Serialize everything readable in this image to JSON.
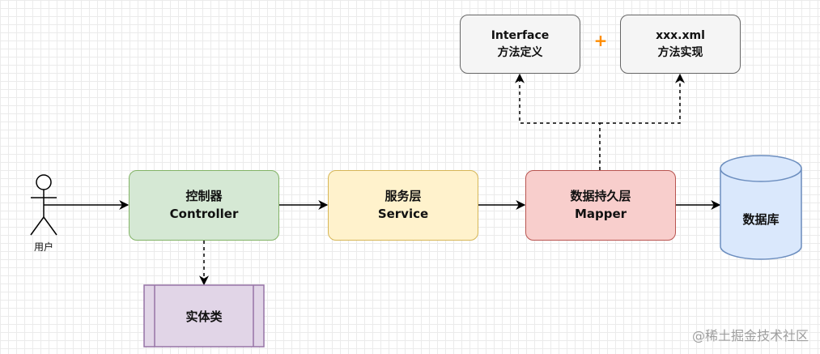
{
  "nodes": {
    "controller": {
      "line1": "控制器",
      "line2": "Controller"
    },
    "service": {
      "line1": "服务层",
      "line2": "Service"
    },
    "mapper": {
      "line1": "数据持久层",
      "line2": "Mapper"
    },
    "interface_box": {
      "line1": "Interface",
      "line2": "方法定义"
    },
    "xml_box": {
      "line1": "xxx.xml",
      "line2": "方法实现"
    },
    "entity": {
      "label": "实体类"
    },
    "database": {
      "label": "数据库"
    },
    "user": {
      "label": "用户"
    }
  },
  "plus_sign": "+",
  "watermark": "@稀土掘金技术社区",
  "colors": {
    "controller_fill": "#d5e8d4",
    "controller_stroke": "#82b366",
    "service_fill": "#fff2cc",
    "service_stroke": "#d6b656",
    "mapper_fill": "#f8cecc",
    "mapper_stroke": "#b85450",
    "gray_fill": "#f5f5f5",
    "gray_stroke": "#666666",
    "entity_fill": "#e1d5e7",
    "entity_stroke": "#9673a6",
    "database_fill": "#dae8fc",
    "database_stroke": "#6c8ebf",
    "plus": "#ff8c00"
  }
}
